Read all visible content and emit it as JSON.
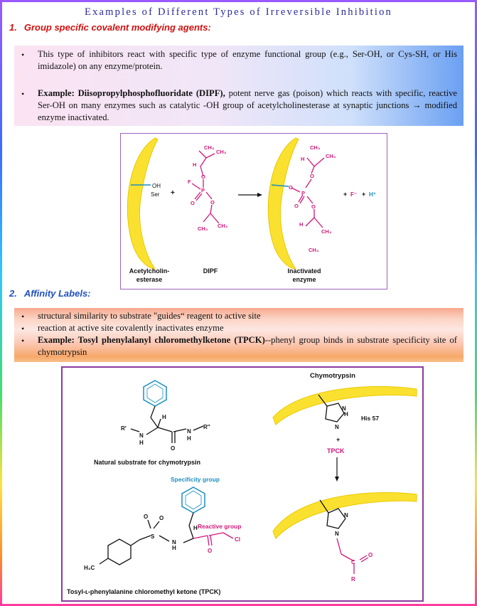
{
  "title": "Examples of Different Types of Irreversible Inhibition",
  "section1": {
    "number": "1.",
    "heading": "Group specific covalent modifying agents:"
  },
  "section1_bullets": {
    "b1": "This type of inhibitors react with specific type of enzyme functional group (e.g., Ser-OH, or Cys-SH, or His imidazole) on any enzyme/protein.",
    "b2_bold": "Example: Diisopropylphosphofluoridate (DIPF),",
    "b2_rest": " potent nerve gas (poison) which reacts with specific, reactive Ser-OH on many enzymes such as catalytic -OH group of acetylcholinesterase at synaptic junctions → modified enzyme inactivated."
  },
  "figure1": {
    "oh": "OH",
    "ser": "Ser",
    "plus": "+",
    "f": "F",
    "p": "P",
    "o": "O",
    "ch3": "CH₃",
    "h": "H",
    "fminus": "F⁻",
    "hplus": "H⁺",
    "label_enzyme_1": "Acetylcholin-",
    "label_enzyme_2": "esterase",
    "label_dipf": "DIPF",
    "label_inact_1": "Inactivated",
    "label_inact_2": "enzyme"
  },
  "section2": {
    "number": "2.",
    "heading": "Affinity Labels:"
  },
  "section2_bullets": {
    "b1": "structural similarity to substrate \"guides“ reagent to active site",
    "b2": "reaction at active site covalently inactivates enzyme",
    "b3_bold": "Example: Tosyl phenylalanyl chloromethylketone (TPCK)",
    "b3_rest": "--phenyl group binds in substrate specificity site of chymotrypsin"
  },
  "figure2": {
    "natural_label": "Natural substrate for chymotrypsin",
    "specificity": "Specificity group",
    "reactive": "Reactive group",
    "tpck_full": "Tosyl-ʟ-phenylalanine chloromethyl ketone (TPCK)",
    "chymotrypsin": "Chymotrypsin",
    "his57": "His 57",
    "tpck": "TPCK",
    "rprime": "R′",
    "rdprime": "R″",
    "n": "N",
    "h": "H",
    "o": "O",
    "s": "S",
    "cl": "Cl",
    "h3c": "H₃C",
    "c": "C",
    "r": "R",
    "plus": "+"
  }
}
